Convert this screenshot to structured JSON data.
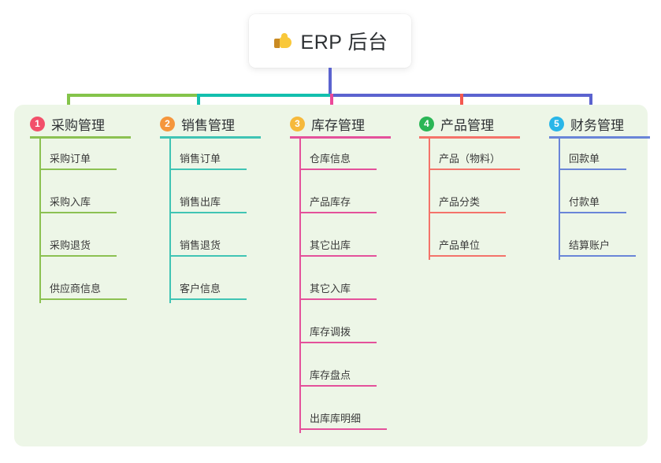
{
  "root": {
    "icon": "thumbs-up-icon",
    "title": "ERP 后台",
    "stem_color": "#5b63cf"
  },
  "connector": {
    "segments": [
      {
        "name": "green-segment",
        "color": "#84c44a"
      },
      {
        "name": "teal-segment",
        "color": "#13bfae"
      },
      {
        "name": "blue-segment",
        "color": "#5b63cf"
      }
    ]
  },
  "panel": {
    "background": "#edf6e7"
  },
  "columns": [
    {
      "number": "1",
      "title": "采购管理",
      "badge_color": "#f2506a",
      "line_color": "#8cc152",
      "drop_color": "#84c44a",
      "items": [
        "采购订单",
        "采购入库",
        "采购退货",
        "供应商信息"
      ]
    },
    {
      "number": "2",
      "title": "销售管理",
      "badge_color": "#f5963c",
      "line_color": "#40c4b4",
      "drop_color": "#13bfae",
      "items": [
        "销售订单",
        "销售出库",
        "销售退货",
        "客户信息"
      ]
    },
    {
      "number": "3",
      "title": "库存管理",
      "badge_color": "#f6b93b",
      "line_color": "#e4519b",
      "drop_color": "#ec4899",
      "items": [
        "仓库信息",
        "产品库存",
        "其它出库",
        "其它入库",
        "库存调拨",
        "库存盘点",
        "出库库明细"
      ]
    },
    {
      "number": "4",
      "title": "产品管理",
      "badge_color": "#2bb656",
      "line_color": "#f4736a",
      "drop_color": "#f4584f",
      "items": [
        "产品（物料）",
        "产品分类",
        "产品单位"
      ]
    },
    {
      "number": "5",
      "title": "财务管理",
      "badge_color": "#29b6e8",
      "line_color": "#6a85d8",
      "drop_color": "#5b63cf",
      "items": [
        "回款单",
        "付款单",
        "结算账户"
      ]
    }
  ]
}
